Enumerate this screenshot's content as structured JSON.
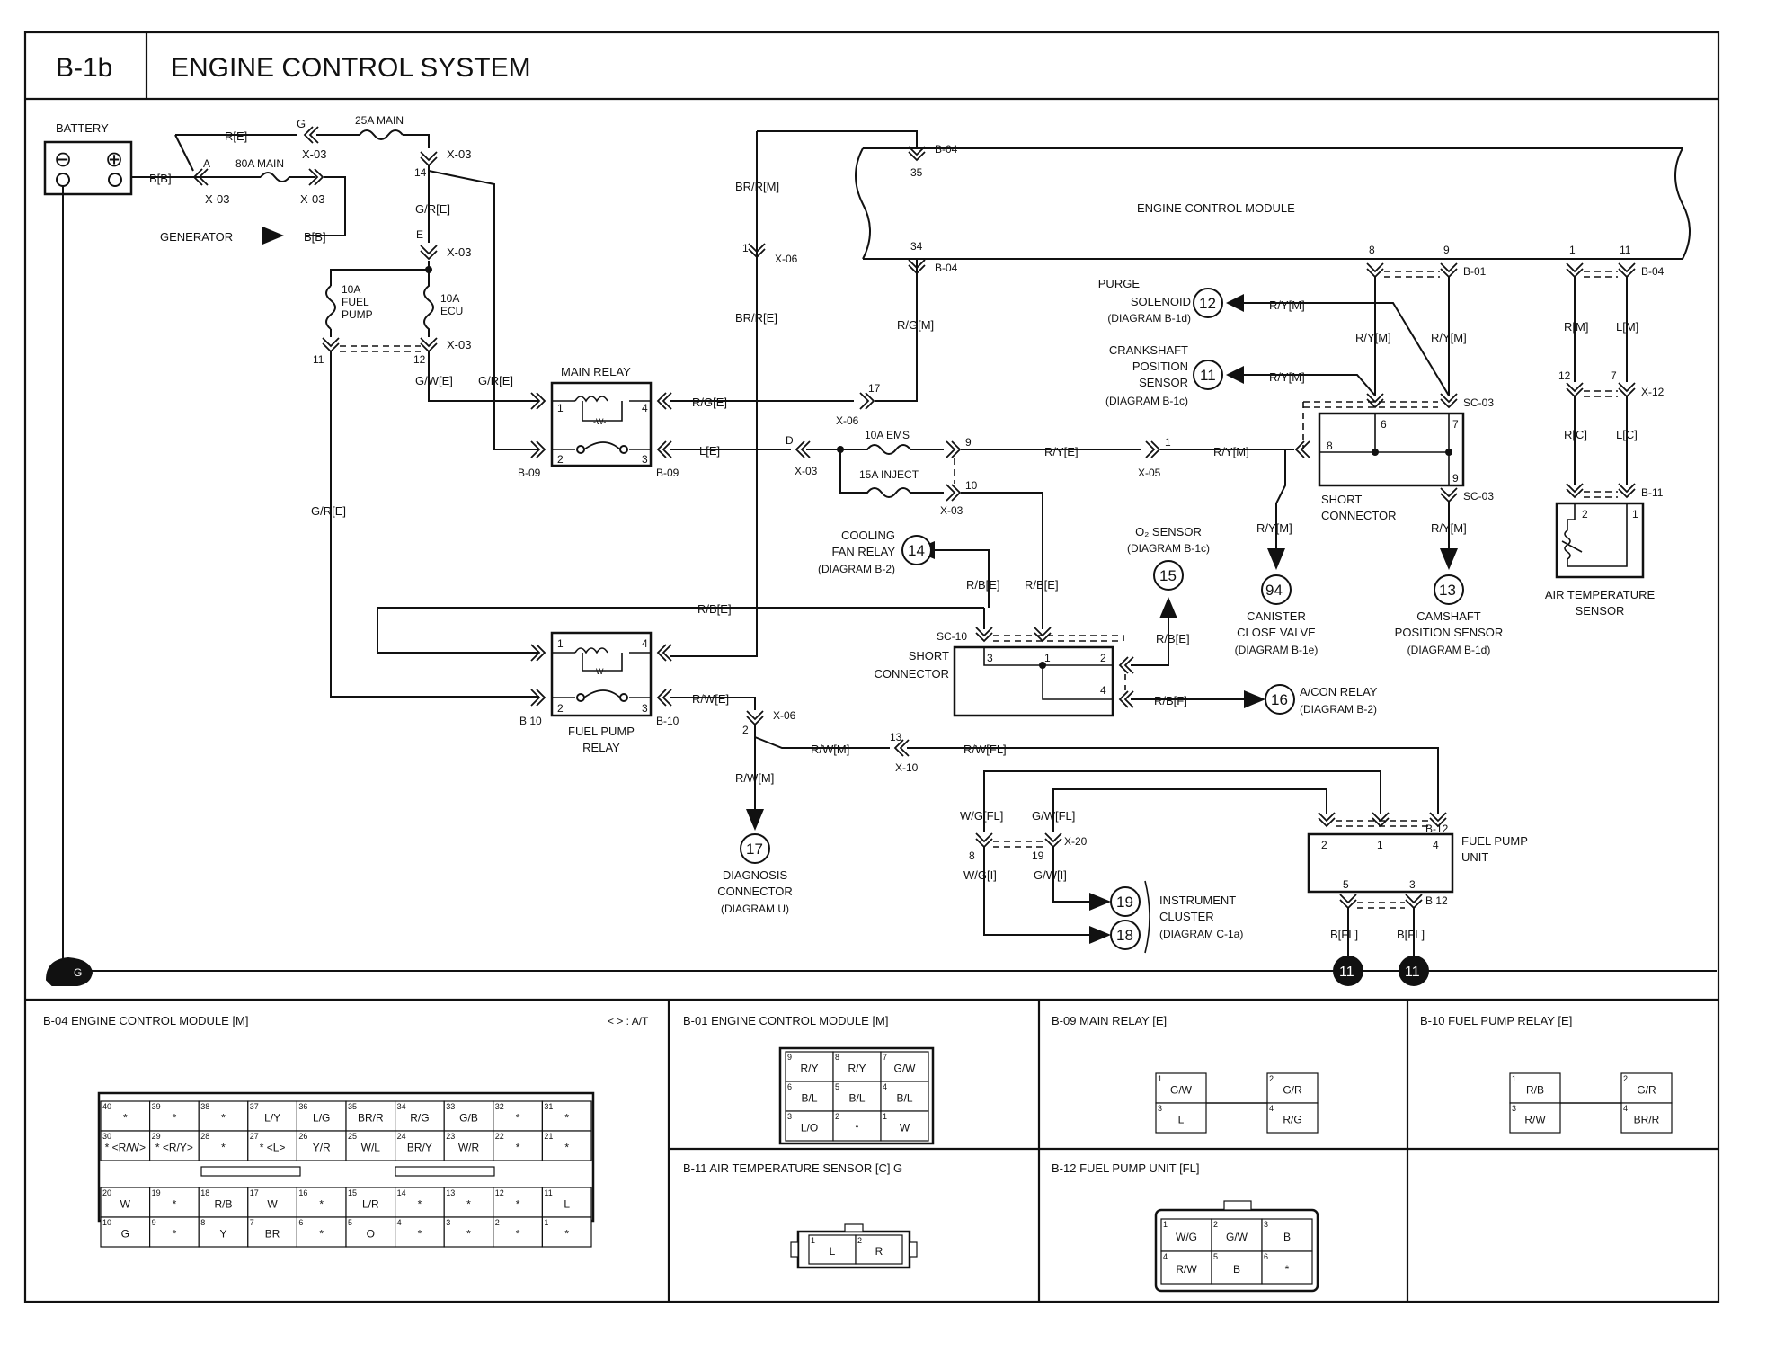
{
  "header": {
    "code": "B-1b",
    "title": "ENGINE CONTROL SYSTEM"
  },
  "battery": {
    "label": "BATTERY",
    "neg": "⊖",
    "pos": "⊕"
  },
  "generator": {
    "label": "GENERATOR",
    "wire": "B[B]"
  },
  "fuses": {
    "main25": "25A MAIN",
    "main80": "80A MAIN",
    "fuel10": [
      "10A",
      "FUEL",
      "PUMP"
    ],
    "ecu10": [
      "10A",
      "ECU"
    ],
    "ems10": "10A EMS",
    "inject15": "15A INJECT"
  },
  "ecm": {
    "title": "ENGINE CONTROL MODULE"
  },
  "components": {
    "main_relay": "MAIN RELAY",
    "fuel_pump_relay": [
      "FUEL PUMP",
      "RELAY"
    ],
    "short_conn_1": [
      "SHORT",
      "CONNECTOR"
    ],
    "short_conn_2": [
      "SHORT",
      "CONNECTOR"
    ],
    "air_temp": [
      "AIR TEMPERATURE",
      "SENSOR"
    ],
    "fuel_pump_unit": [
      "FUEL PUMP",
      "UNIT"
    ]
  },
  "refs": {
    "r12": {
      "num": "12",
      "lines": [
        "PURGE",
        "SOLENOID",
        "(DIAGRAM B-1d)"
      ]
    },
    "r11": {
      "num": "11",
      "lines": [
        "CRANKSHAFT",
        "POSITION",
        "SENSOR",
        "(DIAGRAM B-1c)"
      ]
    },
    "r14": {
      "num": "14",
      "lines": [
        "COOLING",
        "FAN RELAY",
        "(DIAGRAM B-2)"
      ]
    },
    "r15": {
      "num": "15",
      "lines": [
        "O₂ SENSOR",
        "(DIAGRAM B-1c)"
      ]
    },
    "r94": {
      "num": "94",
      "lines": [
        "CANISTER",
        "CLOSE VALVE",
        "(DIAGRAM B-1e)"
      ]
    },
    "r13": {
      "num": "13",
      "lines": [
        "CAMSHAFT",
        "POSITION SENSOR",
        "(DIAGRAM B-1d)"
      ]
    },
    "r16": {
      "num": "16",
      "lines": [
        "A/CON RELAY",
        "(DIAGRAM B-2)"
      ]
    },
    "r17": {
      "num": "17",
      "lines": [
        "DIAGNOSIS",
        "CONNECTOR",
        "(DIAGRAM U)"
      ]
    },
    "r19": {
      "num": "19"
    },
    "r18": {
      "num": "18"
    },
    "inst": {
      "lines": [
        "INSTRUMENT",
        "CLUSTER",
        "(DIAGRAM C-1a)"
      ]
    },
    "gnd": {
      "num": "11"
    },
    "ground_sym": "G"
  },
  "wires": {
    "RE": "R[E]",
    "G": "G",
    "BB": "B[B]",
    "A": "A",
    "X03": "X-03",
    "n14": "14",
    "GRE": "G/R[E]",
    "E": "E",
    "n11": "11",
    "n12": "12",
    "GWE": "G/W[E]",
    "BRRM": "BR/R[M]",
    "n1": "1",
    "X06": "X-06",
    "BRRE": "BR/R[E]",
    "B04": "B-04",
    "n35": "35",
    "n34": "34",
    "RGM": "R/G[M]",
    "n17": "17",
    "RGE": "R/G[E]",
    "LE": "L[E]",
    "D": "D",
    "n9": "9",
    "n10": "10",
    "RYE": "R/Y[E]",
    "X05": "X-05",
    "RYM": "R/Y[M]",
    "B09": "B-09",
    "n8": "8",
    "B01": "B-01",
    "SC03": "SC-03",
    "n6": "6",
    "n7": "7",
    "RM": "R[M]",
    "LM": "L[M]",
    "X12": "X-12",
    "RC": "R[C]",
    "LC": "L[C]",
    "B11": "B-11",
    "n2": "2",
    "RBE": "R/B[E]",
    "SC10": "SC-10",
    "n3": "3",
    "n4": "4",
    "RBF": "R/B[F]",
    "RWE": "R/W[E]",
    "B10": "B 10",
    "B10b": "B-10",
    "RWM": "R/W[M]",
    "n13": "13",
    "X10": "X-10",
    "RWFL": "R/W[FL]",
    "WGFL": "W/G[FL]",
    "GWFL": "G/W[FL]",
    "X20": "X-20",
    "n19": "19",
    "WGI": "W/G[I]",
    "GWI": "G/W[I]",
    "B12": "B-12",
    "B12b": "B 12",
    "n5": "5",
    "BFL": "B[FL]",
    "coil": "-W-"
  },
  "panels": {
    "b04": {
      "title": "B-04 ENGINE CONTROL MODULE [M]",
      "note": "< > : A/T",
      "r1": [
        [
          "40",
          "*"
        ],
        [
          "39",
          "*"
        ],
        [
          "38",
          "*"
        ],
        [
          "37",
          "L/Y"
        ],
        [
          "36",
          "L/G"
        ],
        [
          "35",
          "BR/R"
        ],
        [
          "34",
          "R/G"
        ],
        [
          "33",
          "G/B"
        ],
        [
          "32",
          "*"
        ],
        [
          "31",
          "*"
        ]
      ],
      "r2": [
        [
          "30",
          "* <R/W>"
        ],
        [
          "29",
          "* <R/Y>"
        ],
        [
          "28",
          "*"
        ],
        [
          "27",
          "* <L>"
        ],
        [
          "26",
          "Y/R"
        ],
        [
          "25",
          "W/L"
        ],
        [
          "24",
          "BR/Y"
        ],
        [
          "23",
          "W/R"
        ],
        [
          "22",
          "*"
        ],
        [
          "21",
          "*"
        ]
      ],
      "r3": [
        [
          "20",
          "W"
        ],
        [
          "19",
          "*"
        ],
        [
          "18",
          "R/B"
        ],
        [
          "17",
          "W"
        ],
        [
          "16",
          "*"
        ],
        [
          "15",
          "L/R"
        ],
        [
          "14",
          "*"
        ],
        [
          "13",
          "*"
        ],
        [
          "12",
          "*"
        ],
        [
          "11",
          "L"
        ]
      ],
      "r4": [
        [
          "10",
          "G"
        ],
        [
          "9",
          "*"
        ],
        [
          "8",
          "Y"
        ],
        [
          "7",
          "BR"
        ],
        [
          "6",
          "*"
        ],
        [
          "5",
          "O"
        ],
        [
          "4",
          "*"
        ],
        [
          "3",
          "*"
        ],
        [
          "2",
          "*"
        ],
        [
          "1",
          "*"
        ]
      ]
    },
    "b01": {
      "title": "B-01 ENGINE CONTROL MODULE [M]",
      "cells": [
        [
          "9",
          "R/Y"
        ],
        [
          "8",
          "R/Y"
        ],
        [
          "7",
          "G/W"
        ],
        [
          "6",
          "B/L"
        ],
        [
          "5",
          "B/L"
        ],
        [
          "4",
          "B/L"
        ],
        [
          "3",
          "L/O"
        ],
        [
          "2",
          "*"
        ],
        [
          "1",
          "W"
        ]
      ]
    },
    "b09": {
      "title": "B-09 MAIN RELAY [E]",
      "cells": [
        [
          "1",
          "G/W"
        ],
        [
          "2",
          "G/R"
        ],
        [
          "3",
          "L"
        ],
        [
          "4",
          "R/G"
        ]
      ]
    },
    "b10": {
      "title": "B-10 FUEL PUMP RELAY [E]",
      "cells": [
        [
          "1",
          "R/B"
        ],
        [
          "2",
          "G/R"
        ],
        [
          "3",
          "R/W"
        ],
        [
          "4",
          "BR/R"
        ]
      ]
    },
    "b11": {
      "title": "B-11 AIR TEMPERATURE SENSOR [C] G",
      "cells": [
        [
          "1",
          "L"
        ],
        [
          "2",
          "R"
        ]
      ]
    },
    "b12": {
      "title": "B-12 FUEL PUMP UNIT [FL]",
      "cells": [
        [
          "1",
          "W/G"
        ],
        [
          "2",
          "G/W"
        ],
        [
          "3",
          "B"
        ],
        [
          "4",
          "R/W"
        ],
        [
          "5",
          "B"
        ],
        [
          "6",
          "*"
        ]
      ]
    }
  }
}
